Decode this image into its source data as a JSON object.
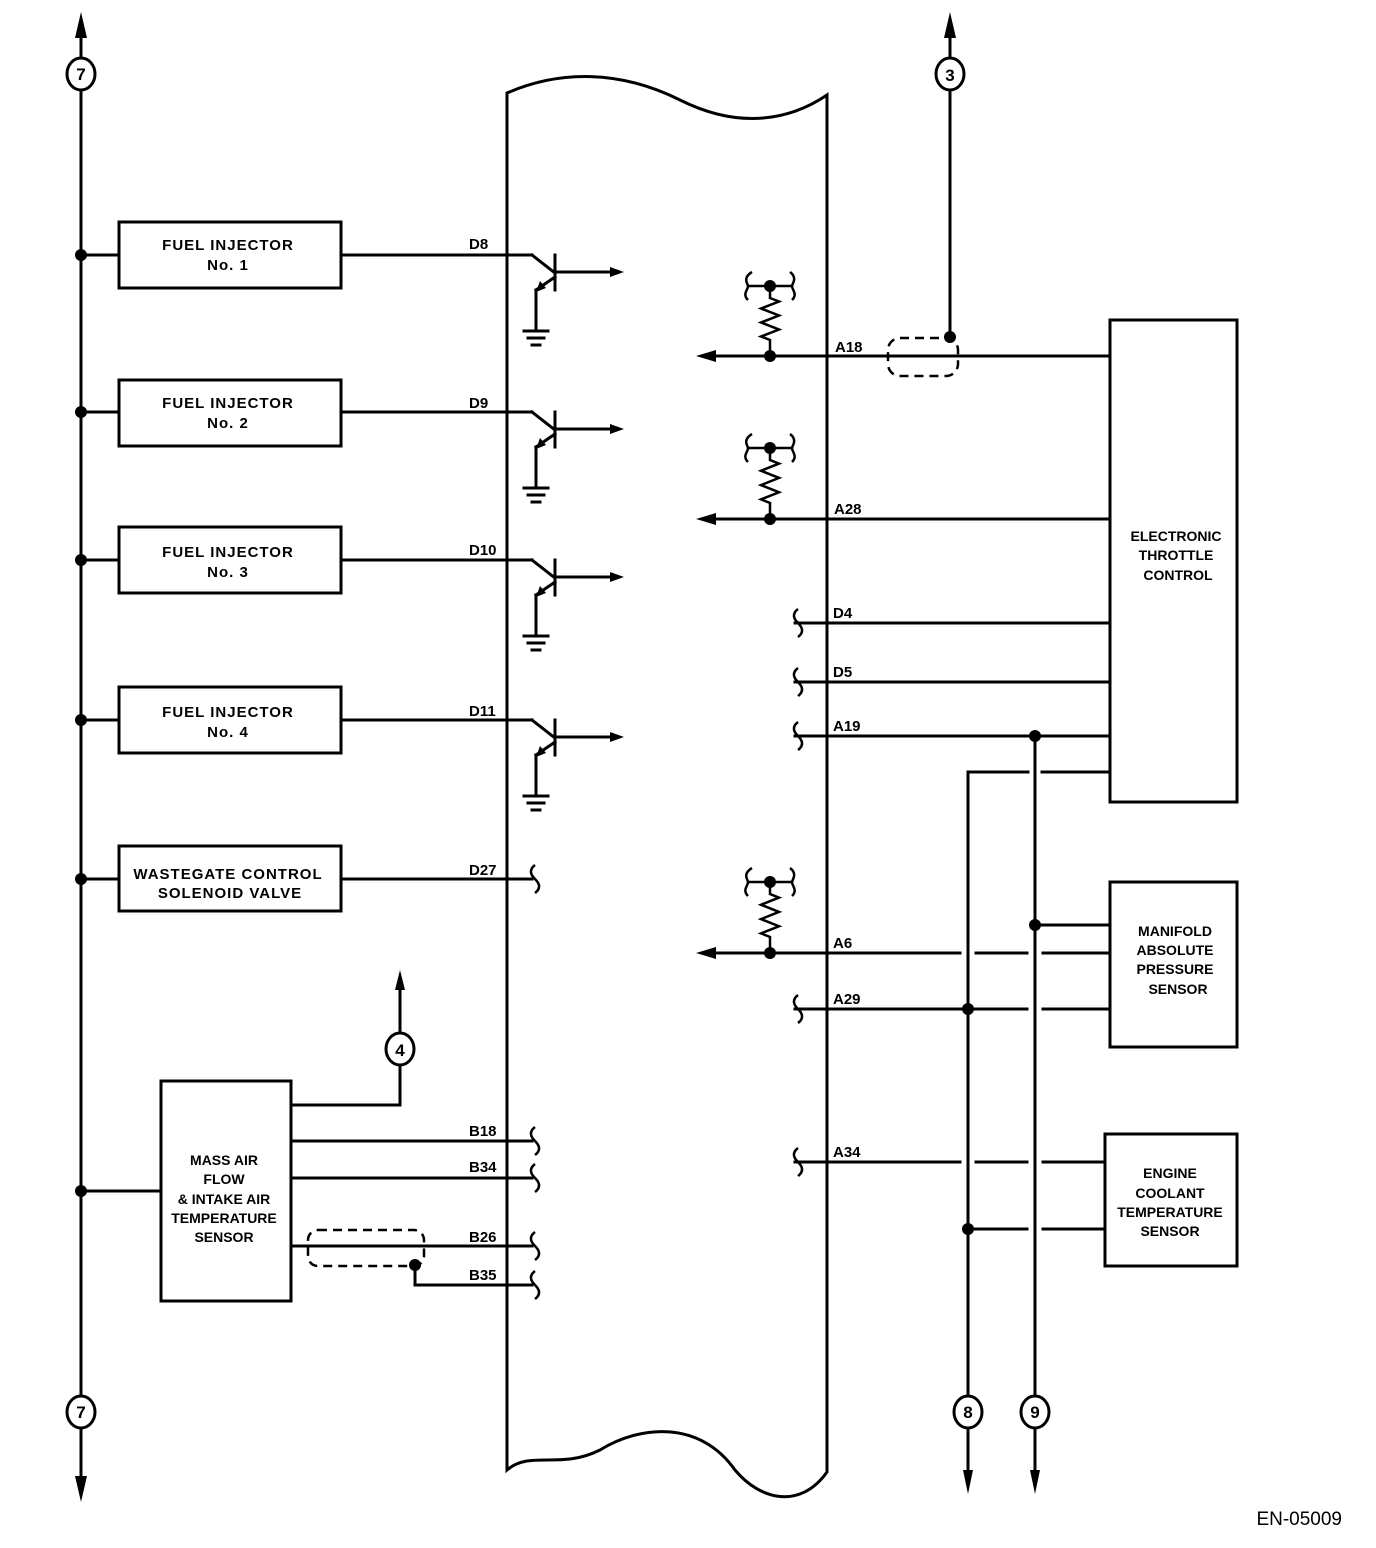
{
  "figure_id": "EN-05009",
  "connectors": {
    "left_top": "7",
    "left_bottom": "7",
    "mid_top": "3",
    "maf_up": "4",
    "bottom_8": "8",
    "bottom_9": "9"
  },
  "components": {
    "fi1": [
      "FUEL INJECTOR",
      "No. 1"
    ],
    "fi2": [
      "FUEL INJECTOR",
      "No. 2"
    ],
    "fi3": [
      "FUEL INJECTOR",
      "No. 3"
    ],
    "fi4": [
      "FUEL INJECTOR",
      "No. 4"
    ],
    "wastegate": [
      "WASTEGATE CONTROL",
      "SOLENOID VALVE"
    ],
    "maf": [
      "MASS AIR",
      "FLOW",
      "& INTAKE AIR",
      "TEMPERATURE",
      "SENSOR"
    ],
    "etc": [
      "ELECTRONIC",
      "THROTTLE",
      "CONTROL"
    ],
    "map": [
      "MANIFOLD",
      "ABSOLUTE",
      "PRESSURE",
      "SENSOR"
    ],
    "ect": [
      "ENGINE",
      "COOLANT",
      "TEMPERATURE",
      "SENSOR"
    ]
  },
  "pins": {
    "d8": "D8",
    "d9": "D9",
    "d10": "D10",
    "d11": "D11",
    "d27": "D27",
    "b18": "B18",
    "b34": "B34",
    "b26": "B26",
    "b35": "B35",
    "a18": "A18",
    "a28": "A28",
    "d4": "D4",
    "d5": "D5",
    "a19": "A19",
    "a6": "A6",
    "a29": "A29",
    "a34": "A34"
  }
}
